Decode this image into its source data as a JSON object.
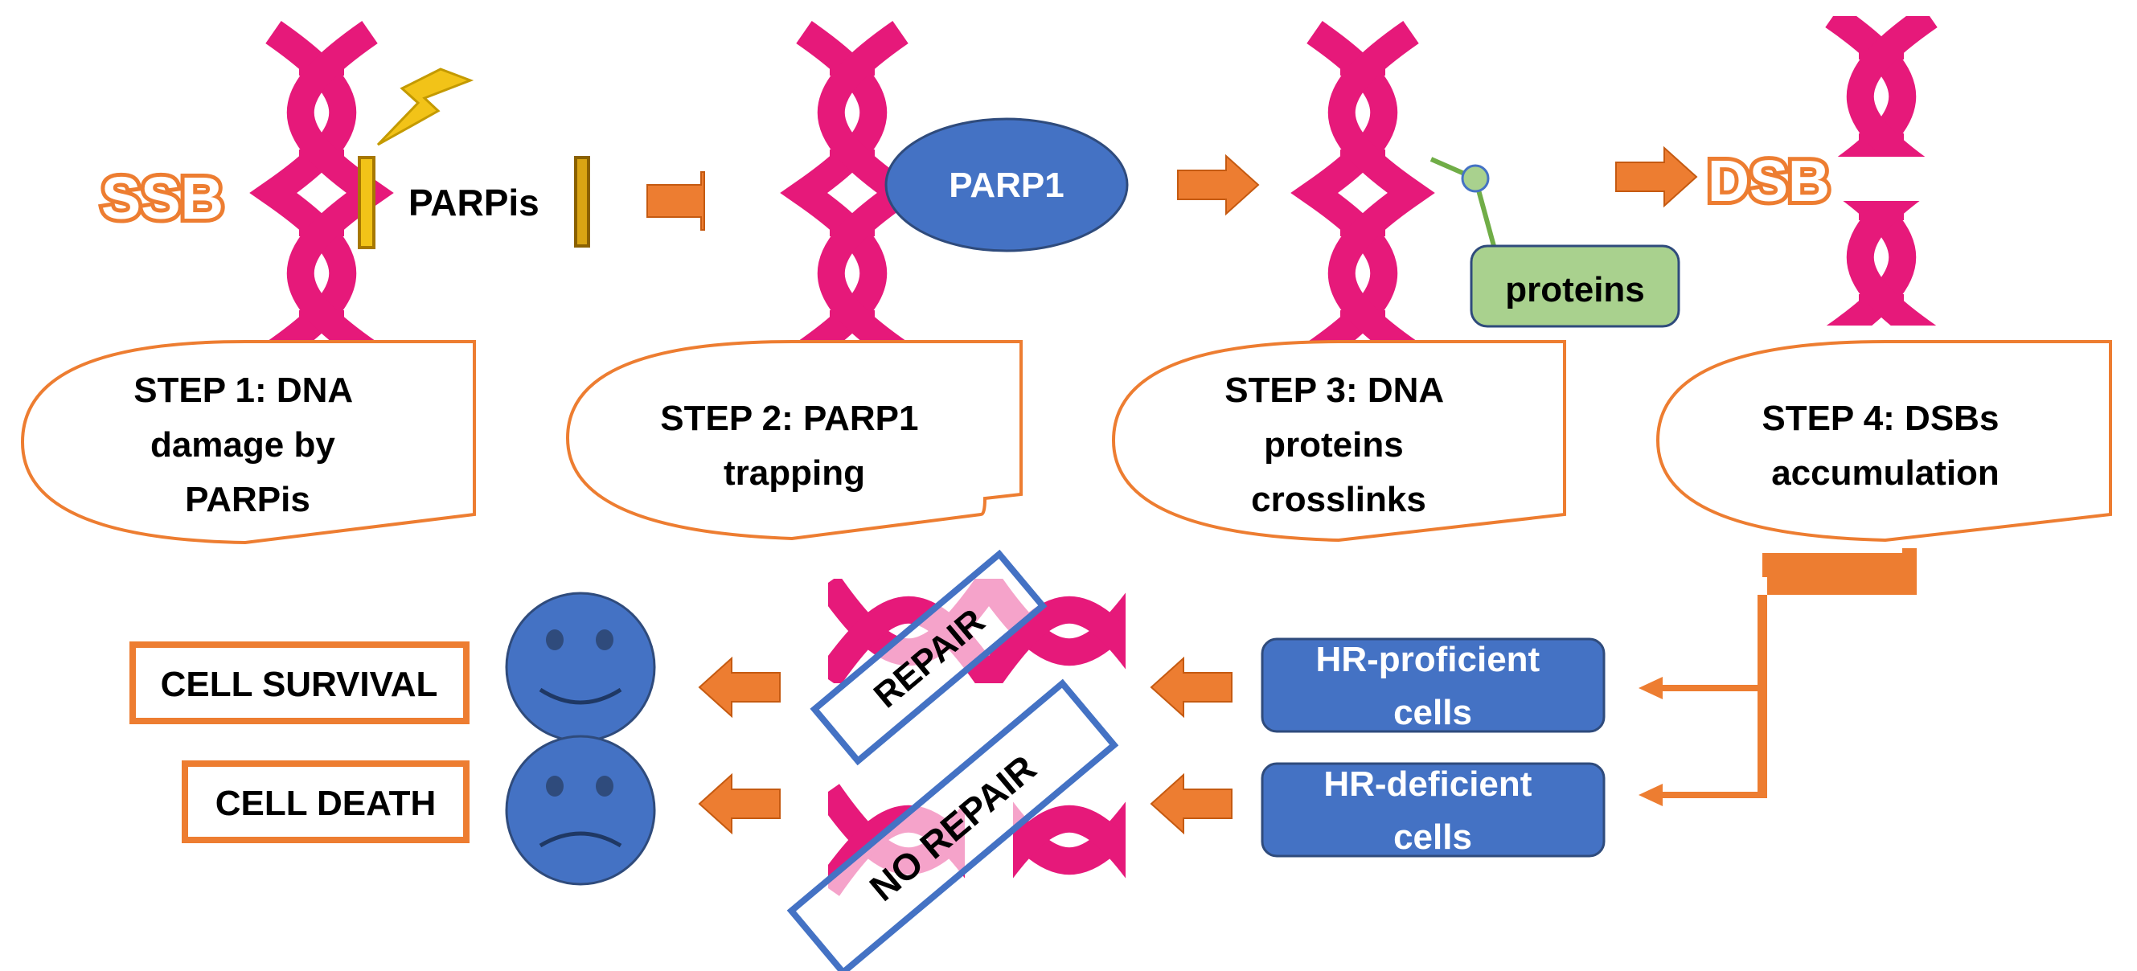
{
  "colors": {
    "dna": "#e6197a",
    "orange": "#ed7d31",
    "blue": "#4472c4",
    "green_fill": "#a9d18e",
    "green_stroke": "#70ad47",
    "gold": "#f2c318",
    "dark_navy": "#2f4b7c"
  },
  "labels": {
    "ssb": "SSB",
    "parpis": "PARPis",
    "parp1": "PARP1",
    "proteins": "proteins",
    "dsb": "DSB",
    "repair": "REPAIR",
    "no_repair": "NO REPAIR",
    "hr_proficient": [
      "HR-proficient",
      "cells"
    ],
    "hr_deficient": [
      "HR-deficient",
      "cells"
    ],
    "cell_survival": "CELL SURVIVAL",
    "cell_death": "CELL DEATH"
  },
  "steps": [
    {
      "lines": [
        "STEP 1: DNA",
        "damage by",
        "PARPis"
      ]
    },
    {
      "lines": [
        "STEP 2: PARP1",
        "trapping"
      ]
    },
    {
      "lines": [
        "STEP 3: DNA",
        "proteins",
        "crosslinks"
      ]
    },
    {
      "lines": [
        "STEP 4: DSBs",
        "accumulation"
      ]
    }
  ],
  "icons": {
    "smile": "smiling-face-icon",
    "frown": "frowning-face-icon",
    "lightning": "lightning-bolt-icon"
  }
}
